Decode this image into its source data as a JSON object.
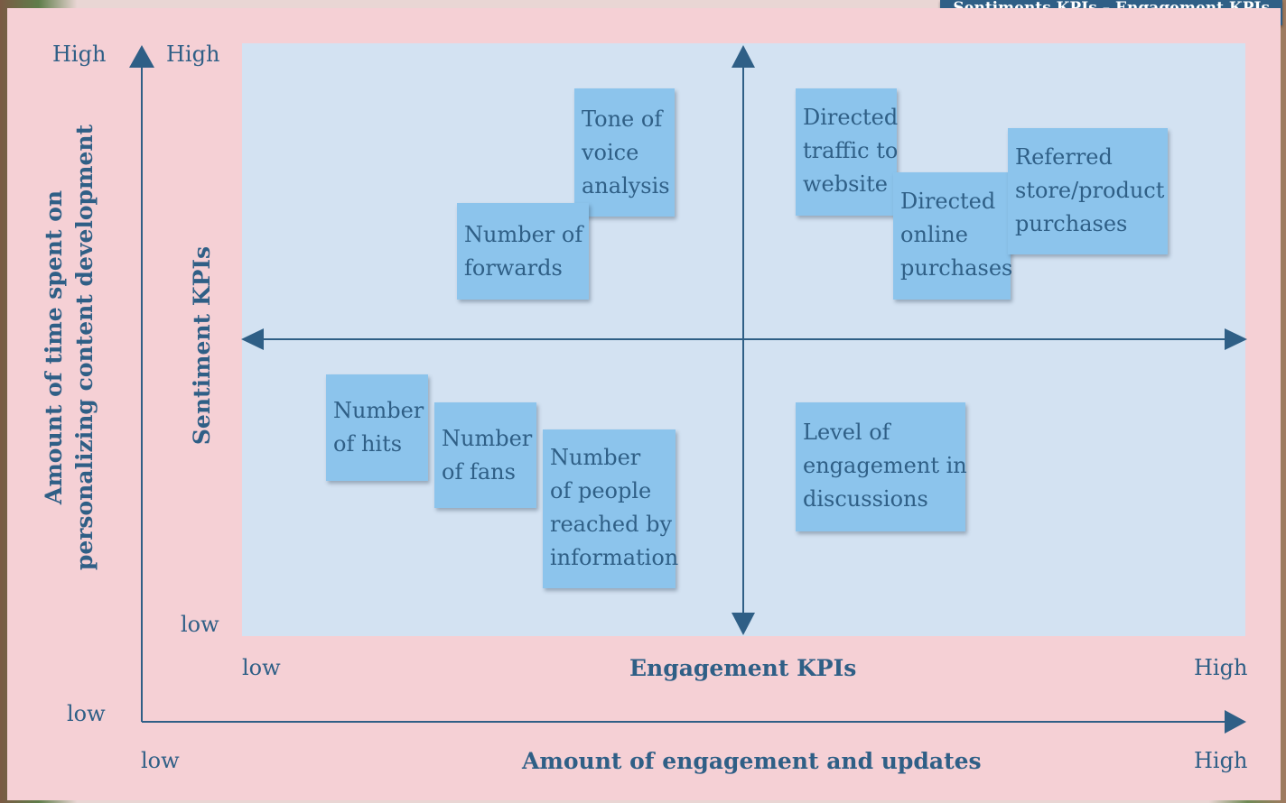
{
  "header_tag": "Sentiments KPIs – Engagement KPIs",
  "outer_axes": {
    "y_title": [
      "Amount of time spent on",
      "personalizing content development"
    ],
    "y_high": "High",
    "y_low": "low",
    "x_title": "Amount of engagement and updates",
    "x_low": "low",
    "x_high": "High"
  },
  "inner_axes": {
    "y_title": "Sentiment KPIs",
    "y_high": "High",
    "y_low": "low",
    "x_title": "Engagement KPIs",
    "x_low": "low",
    "x_high": "High"
  },
  "notes": [
    {
      "id": "tone-of-voice",
      "lines": [
        "Tone of",
        "voice",
        "analysis"
      ]
    },
    {
      "id": "number-of-forwards",
      "lines": [
        "Number of",
        "forwards"
      ]
    },
    {
      "id": "directed-traffic",
      "lines": [
        "Directed",
        "traffic to",
        "website"
      ]
    },
    {
      "id": "directed-online-purchases",
      "lines": [
        "Directed",
        "online",
        "purchases"
      ]
    },
    {
      "id": "referred-purchases",
      "lines": [
        "Referred",
        "store/product",
        "purchases"
      ]
    },
    {
      "id": "number-of-hits",
      "lines": [
        "Number",
        "of hits"
      ]
    },
    {
      "id": "number-of-fans",
      "lines": [
        "Number",
        "of fans"
      ]
    },
    {
      "id": "number-of-people-reached",
      "lines": [
        "Number",
        "of people",
        "reached by",
        "information"
      ]
    },
    {
      "id": "level-of-engagement",
      "lines": [
        "Level of",
        "engagement in",
        "discussions"
      ]
    }
  ],
  "colors": {
    "slide_bg": "#f5d0d5",
    "panel_bg": "#d3e2f2",
    "note_bg": "#8cc4ec",
    "text": "#2f5f86",
    "header_bg": "#2f5f86"
  }
}
